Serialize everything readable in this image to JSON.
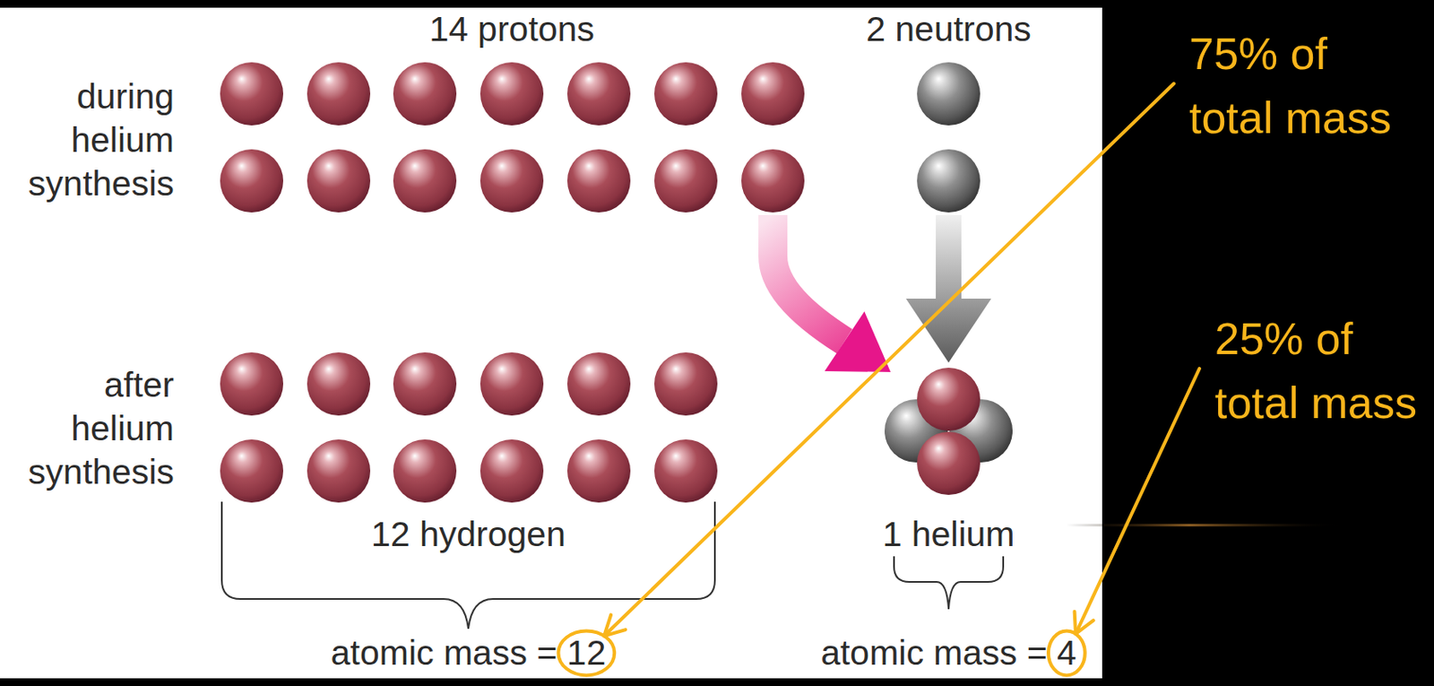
{
  "diagram": {
    "labels": [
      "14 protons",
      "2 neutrons",
      "75% of total mass",
      "during helium synthesis",
      "25% of total mass",
      "after helium synthesis",
      "12 hydrogen",
      "1 helium",
      "atomic mass = 12",
      "atomic mass = 4"
    ]
  }
}
